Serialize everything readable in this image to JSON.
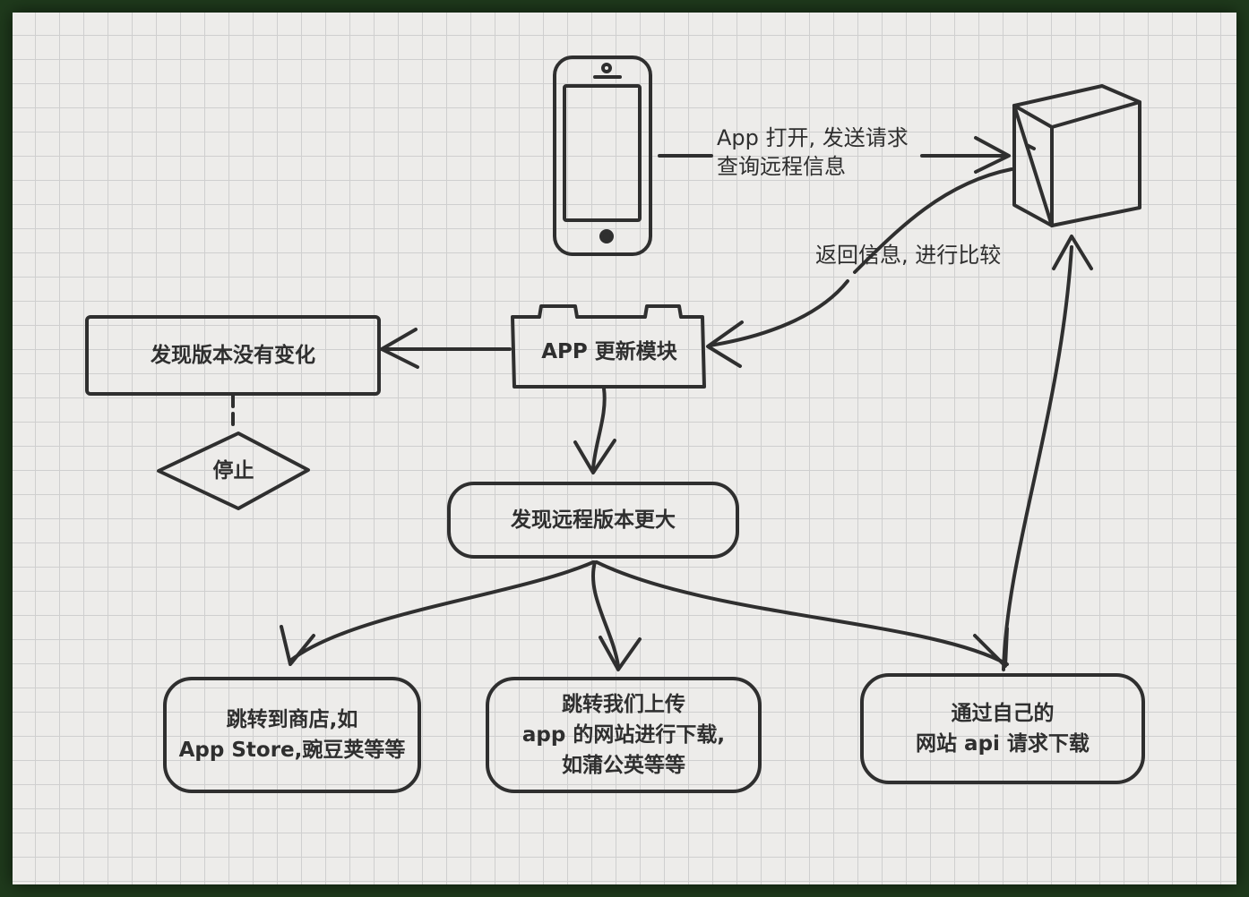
{
  "request_label": [
    "App 打开, 发送请求",
    "查询远程信息"
  ],
  "return_label": "返回信息, 进行比较",
  "update_module": "APP 更新模块",
  "no_change": "发现版本没有变化",
  "stop": "停止",
  "remote_bigger": "发现远程版本更大",
  "option_store": [
    "跳转到商店,如",
    "App Store,豌豆荚等等"
  ],
  "option_upload_site": [
    "跳转我们上传",
    "app 的网站进行下载,",
    "如蒲公英等等"
  ],
  "option_own_api": [
    "通过自己的",
    "网站 api 请求下载"
  ],
  "colors": {
    "ink": "#2f2f2f",
    "paper": "#edecea",
    "grid": "#cfcfcf",
    "frame": "#1f3a1c"
  }
}
